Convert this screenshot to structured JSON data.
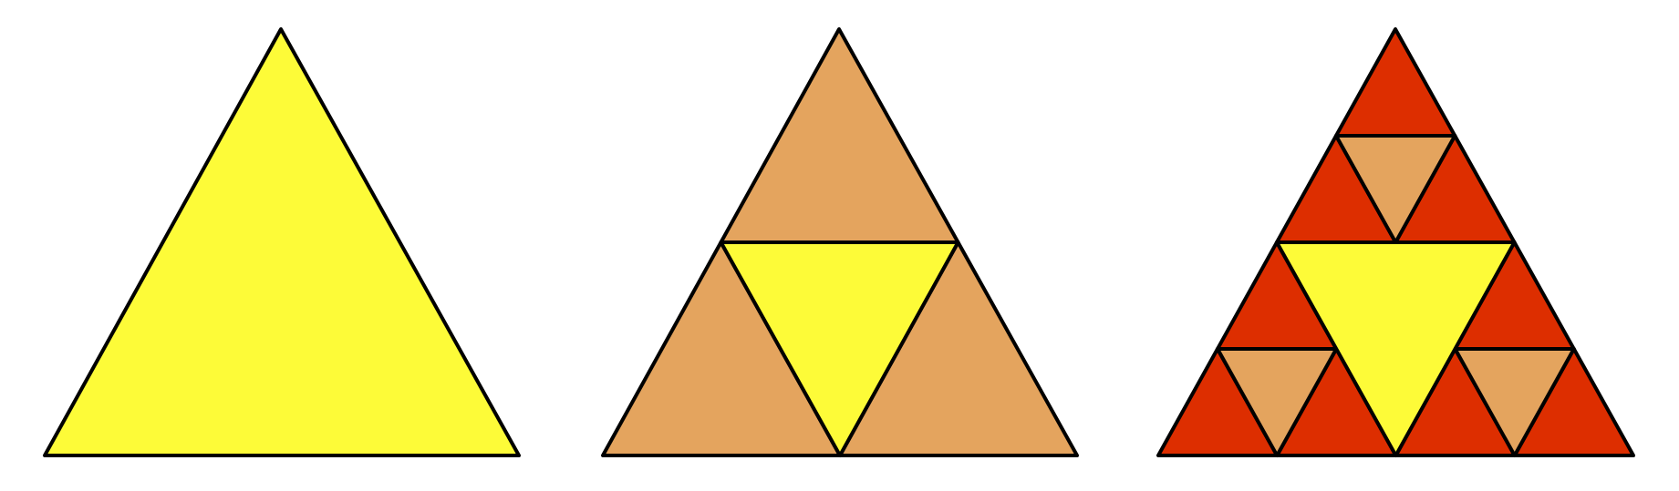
{
  "figure": {
    "description_shown": "",
    "panels": [
      {
        "id": "panel-1",
        "iterations": 0
      },
      {
        "id": "panel-2",
        "iterations": 1
      },
      {
        "id": "panel-3",
        "iterations": 2
      }
    ]
  },
  "colors": {
    "background": "#ffffff",
    "stroke": "#000000",
    "level_0": "#fdfb38",
    "level_1": "#e4a45e",
    "level_2": "#dd2e00"
  }
}
